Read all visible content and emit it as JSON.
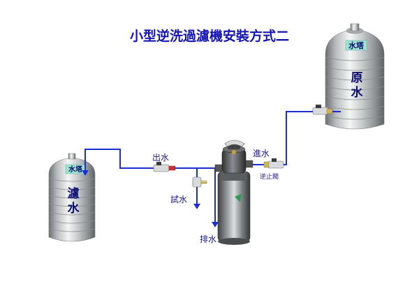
{
  "title": "小型逆洗過濾機安裝方式二",
  "tanks": {
    "raw": {
      "tag": "水塔",
      "line1": "原",
      "line2": "水"
    },
    "filtered": {
      "tag": "水塔",
      "line1": "濾",
      "line2": "水"
    }
  },
  "labels": {
    "outlet": "出水",
    "inlet": "進水",
    "check_valve": "逆止閥",
    "test_water": "試水",
    "drain": "排水"
  },
  "colors": {
    "title": "#1414b4",
    "pipe": "#1a2ed6",
    "text": "#1a1a8c",
    "tank_label": "#0b0b70",
    "tag_bg": "#9fe4cf"
  }
}
